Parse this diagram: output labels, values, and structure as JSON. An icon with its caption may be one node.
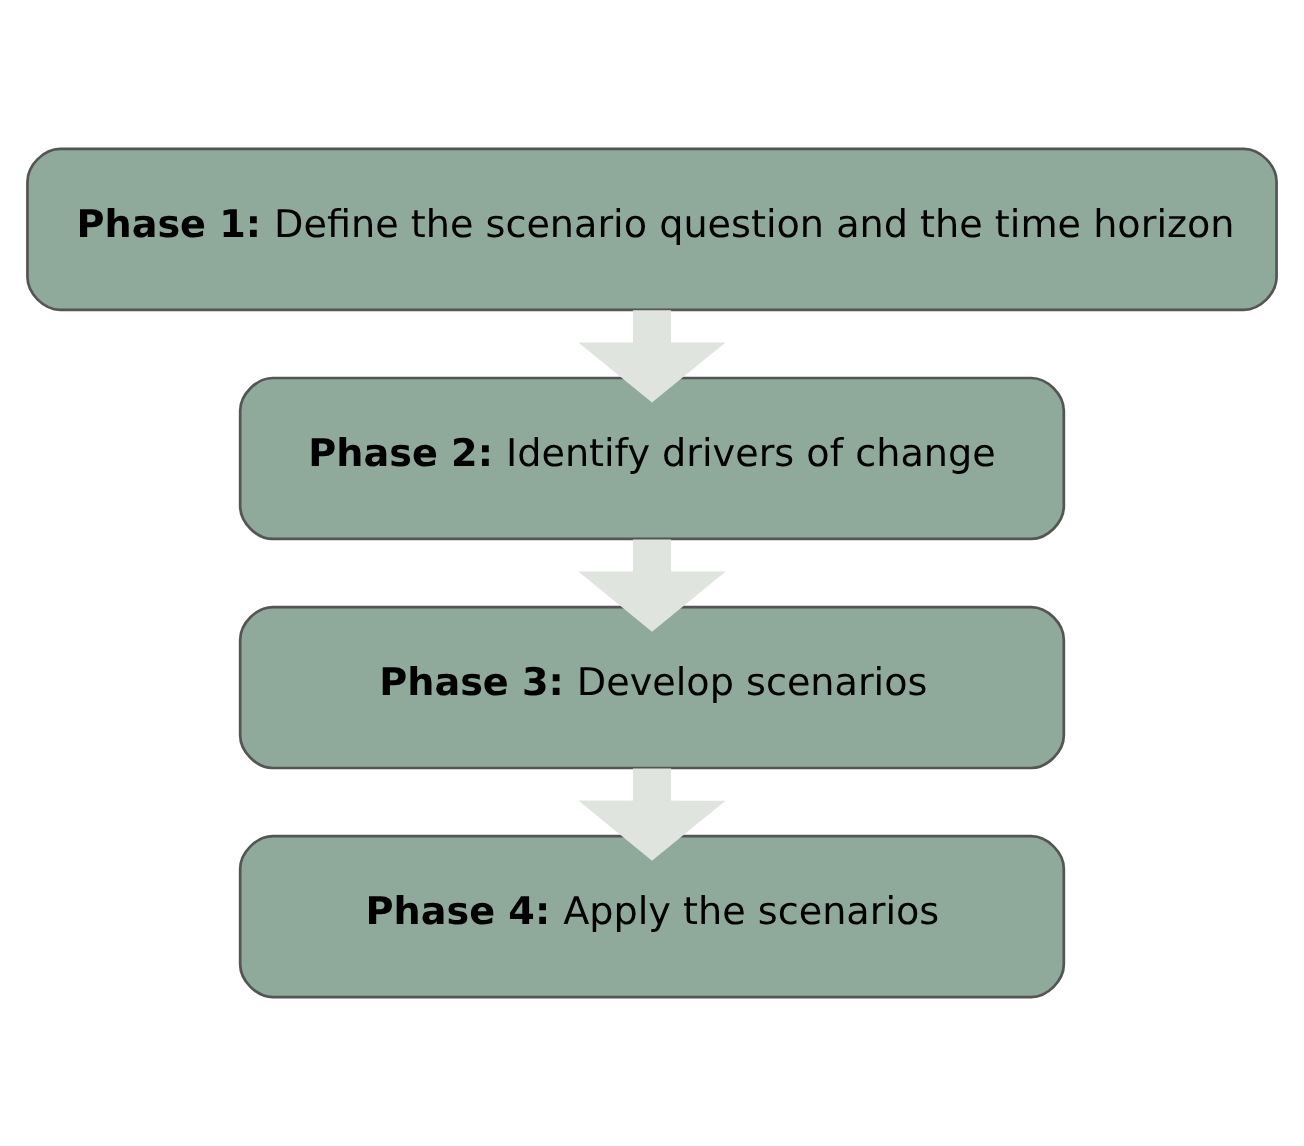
{
  "diagram": {
    "nodes": [
      {
        "text": [
          "**Phase 1:** Define the scenario question and the time horizon"
        ]
      },
      {
        "text": [
          "**Phase 2:** Identify drivers of change"
        ]
      },
      {
        "text": [
          "**Phase 3:** Develop scenarios"
        ]
      },
      {
        "text": [
          "**Phase 4:** Apply the scenarios"
        ]
      }
    ],
    "edges": [
      {
        "from": 0,
        "to": 1,
        "arrow": "to"
      },
      {
        "from": 1,
        "to": 2,
        "arrow": "to"
      },
      {
        "from": 2,
        "to": 3,
        "arrow": "to"
      }
    ]
  }
}
